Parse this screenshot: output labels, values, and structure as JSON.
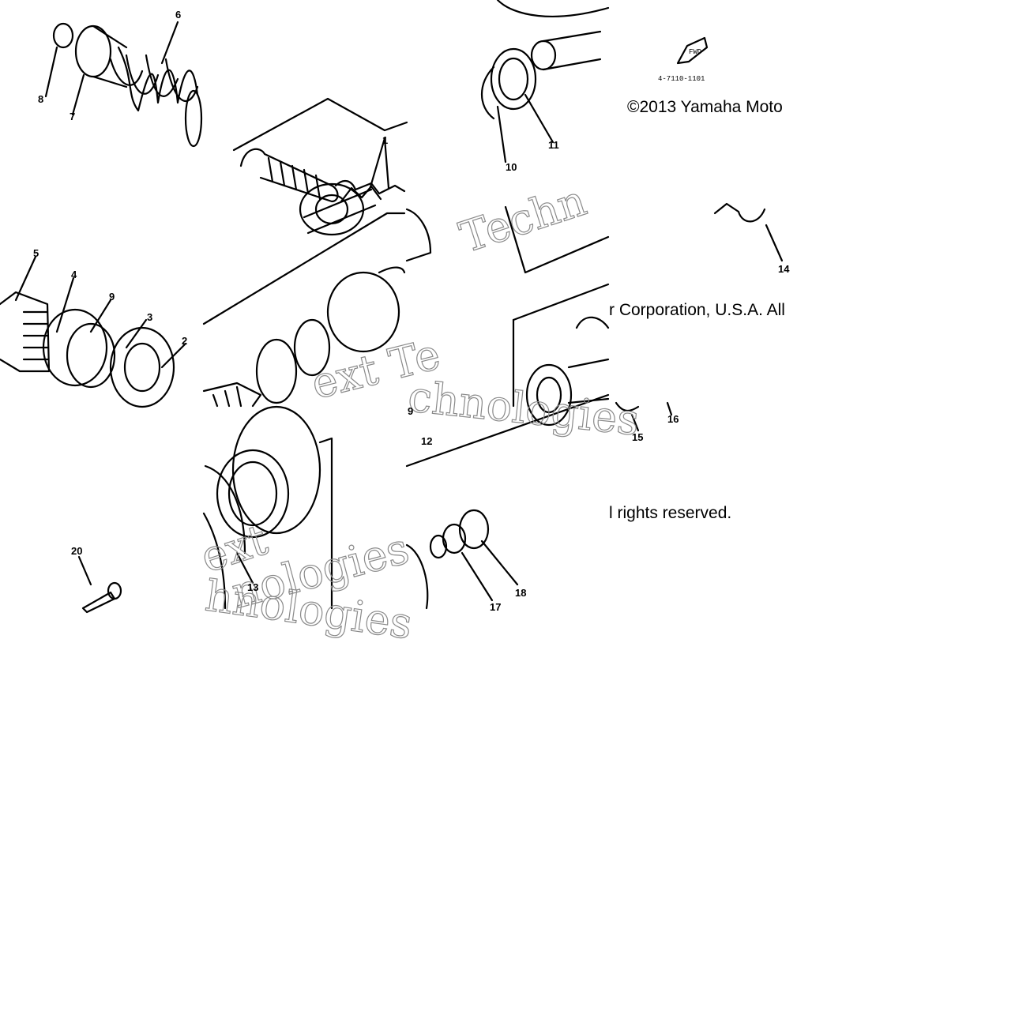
{
  "diagram": {
    "copyright_lines": [
      "©2013 Yamaha Moto",
      "r Corporation, U.S.A. All",
      "l rights reserved."
    ],
    "watermark_fragments": [
      "Techn",
      "ext Te",
      "chnologies",
      "ext",
      "nologies",
      "hnologies"
    ],
    "forward_arrow_label": "FWD",
    "forward_arrow_code": "4-7110-1101",
    "callouts": [
      "1",
      "2",
      "3",
      "4",
      "5",
      "6",
      "7",
      "8",
      "9",
      "9",
      "10",
      "11",
      "12",
      "13",
      "14",
      "15",
      "16",
      "17",
      "18",
      "20"
    ]
  }
}
